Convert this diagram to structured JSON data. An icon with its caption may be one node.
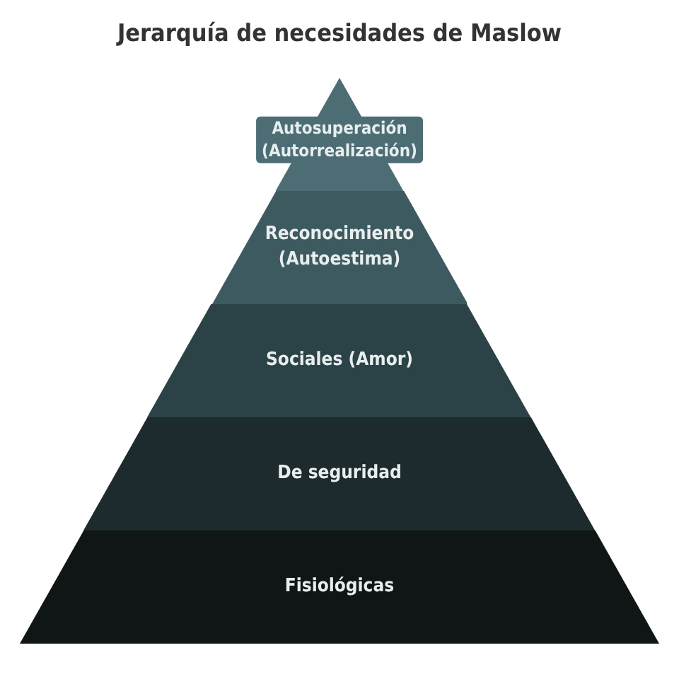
{
  "diagram": {
    "title": "Jerarquía de necesidades de Maslow",
    "nodes": [
      {
        "text": [
          "Autosuperación (Autorrealización)"
        ]
      },
      {
        "text": [
          "Reconocimiento (Autoestima)"
        ]
      },
      {
        "text": [
          "Sociales (Amor)"
        ]
      },
      {
        "text": [
          "De seguridad"
        ]
      },
      {
        "text": [
          "Fisiológicas"
        ]
      }
    ]
  }
}
